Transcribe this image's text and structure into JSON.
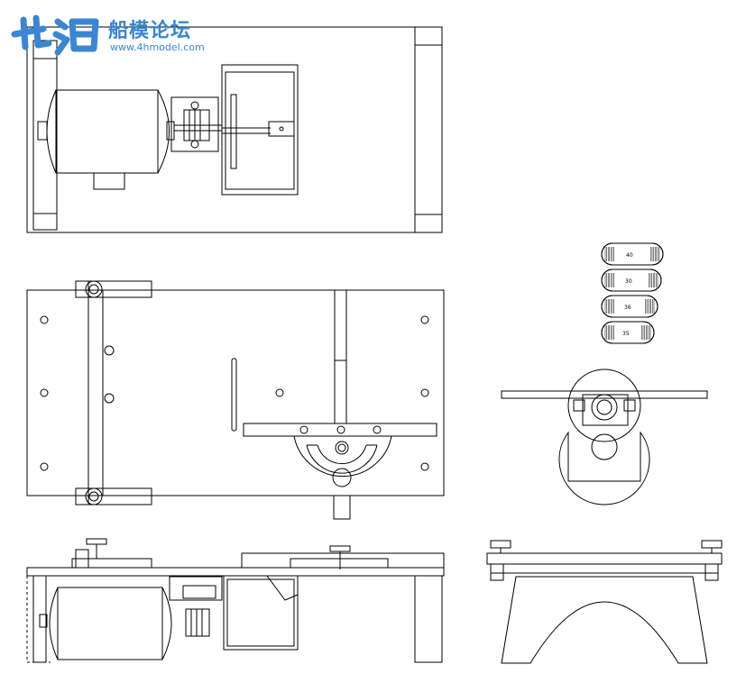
{
  "watermark": {
    "title": "船模论坛",
    "url": "www.4hmodel.com",
    "color": "#3a86d4"
  },
  "miter_scale": {
    "labels": [
      "40",
      "30",
      "36",
      "35"
    ]
  },
  "colors": {
    "line": "#000000",
    "background": "#ffffff",
    "watermark_accent": "#3a86d4"
  }
}
